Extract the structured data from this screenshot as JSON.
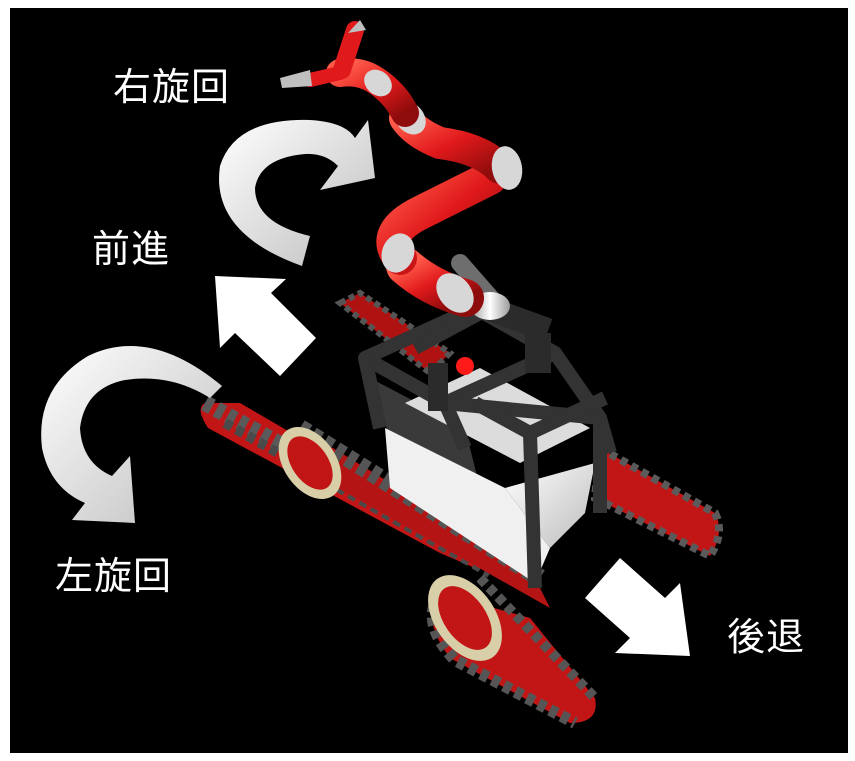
{
  "labels": {
    "turn_right": "右旋回",
    "forward": "前進",
    "turn_left": "左旋回",
    "backward": "後退"
  },
  "colors": {
    "background": "#000000",
    "frame": "#ffffff",
    "arm_red": "#e0191b",
    "joint_silver": "#cfcfcf",
    "track_gray": "#4a4a4a",
    "body_dark": "#2b2b2b",
    "box_white": "#e9e9e9",
    "arrow_white": "#ffffff",
    "curved_arrow": "#d9d9d9"
  },
  "icons": {
    "turn_right": "curved-arrow-clockwise-icon",
    "forward": "arrow-up-left-icon",
    "turn_left": "curved-arrow-counterclockwise-icon",
    "backward": "arrow-down-right-icon"
  }
}
